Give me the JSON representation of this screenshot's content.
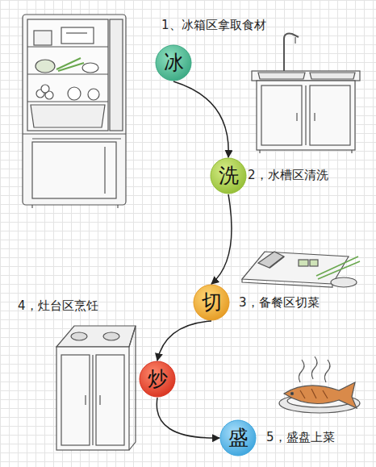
{
  "diagram": {
    "nodes": [
      {
        "text": [
          "冰"
        ]
      },
      {
        "text": [
          "洗"
        ]
      },
      {
        "text": [
          "切"
        ]
      },
      {
        "text": [
          "炒"
        ]
      },
      {
        "text": [
          "盛"
        ]
      }
    ],
    "edges": [
      {
        "from": 0,
        "to": 1,
        "arrow": "to"
      },
      {
        "from": 1,
        "to": 2,
        "arrow": "to"
      },
      {
        "from": 2,
        "to": 3,
        "arrow": "to"
      },
      {
        "from": 3,
        "to": 4,
        "arrow": "to"
      }
    ],
    "labels": [
      "1、冰箱区拿取食材",
      "2，水槽区清洗",
      "3，备餐区切菜",
      "4，灶台区烹饪",
      "5，盛盘上菜"
    ]
  }
}
